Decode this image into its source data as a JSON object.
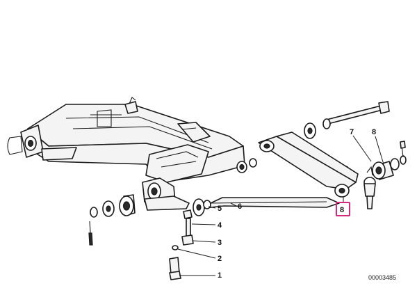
{
  "diagram": {
    "callouts": [
      {
        "id": "c1",
        "label": "1"
      },
      {
        "id": "c2",
        "label": "2"
      },
      {
        "id": "c3",
        "label": "3"
      },
      {
        "id": "c4",
        "label": "4"
      },
      {
        "id": "c5",
        "label": "5"
      },
      {
        "id": "c6",
        "label": "6"
      },
      {
        "id": "c7",
        "label": "7"
      },
      {
        "id": "c8-top",
        "label": "8"
      },
      {
        "id": "c8-highlight",
        "label": "8"
      }
    ],
    "highlight_color": "#d6277a",
    "doc_number": "00003485"
  }
}
